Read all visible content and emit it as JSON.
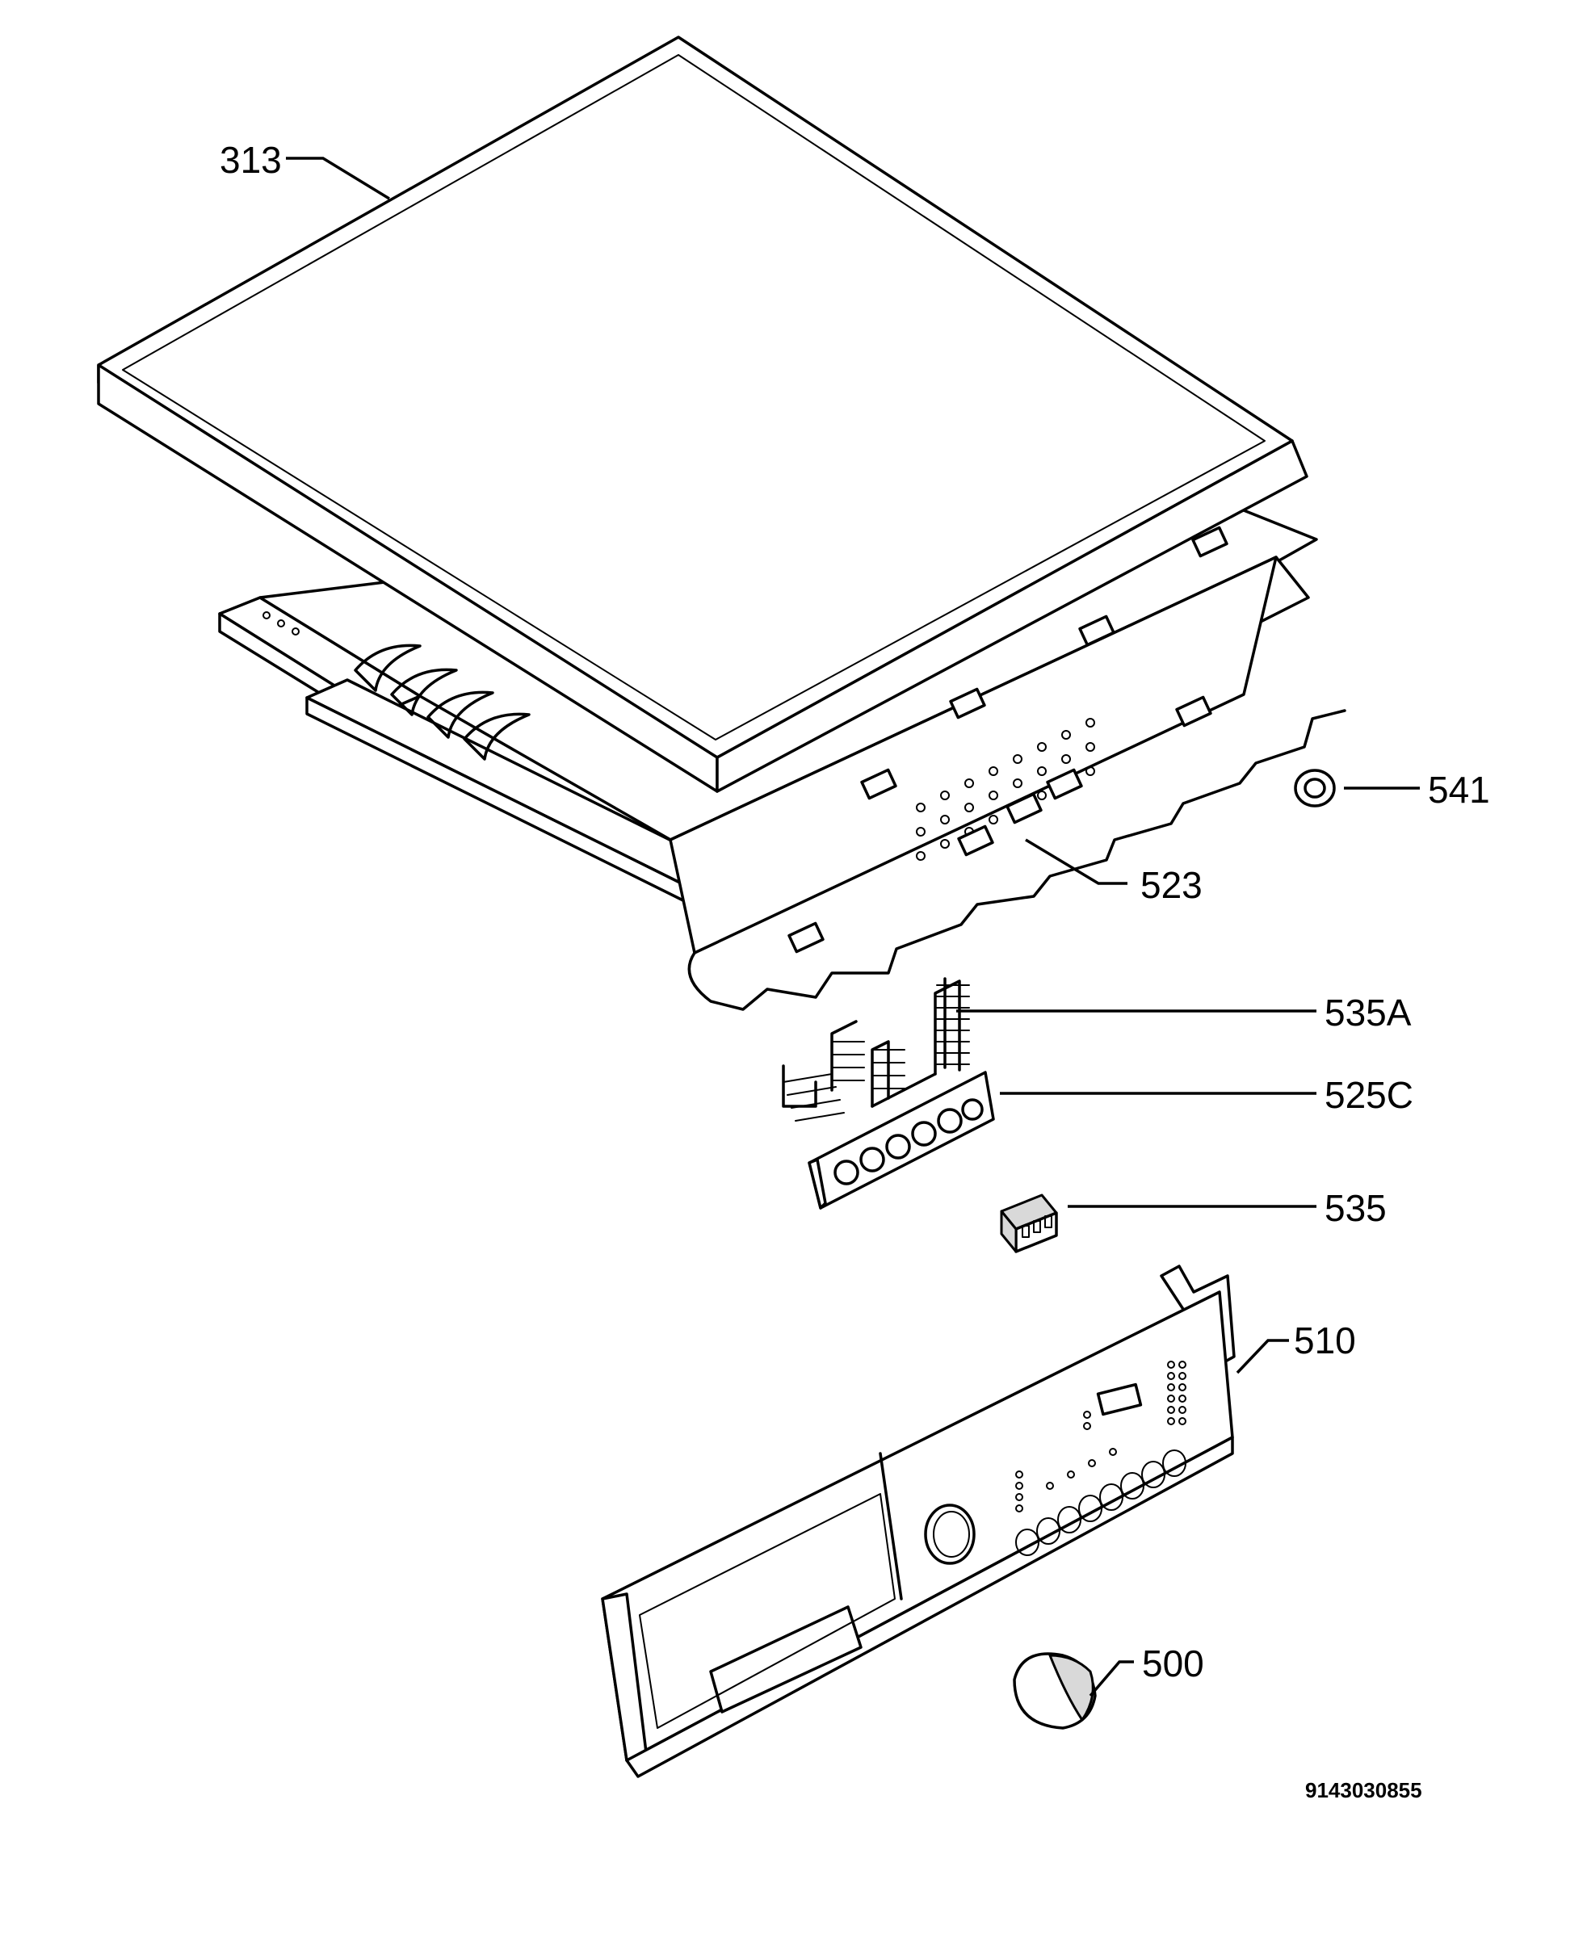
{
  "diagram": {
    "drawing_code": "9143030855",
    "parts": [
      {
        "id": "lid",
        "label": "313"
      },
      {
        "id": "frame",
        "label": "523"
      },
      {
        "id": "seal",
        "label": "541"
      },
      {
        "id": "connector-a",
        "label": "535A"
      },
      {
        "id": "board",
        "label": "525C"
      },
      {
        "id": "connector",
        "label": "535"
      },
      {
        "id": "panel",
        "label": "510"
      },
      {
        "id": "knob",
        "label": "500"
      }
    ]
  }
}
